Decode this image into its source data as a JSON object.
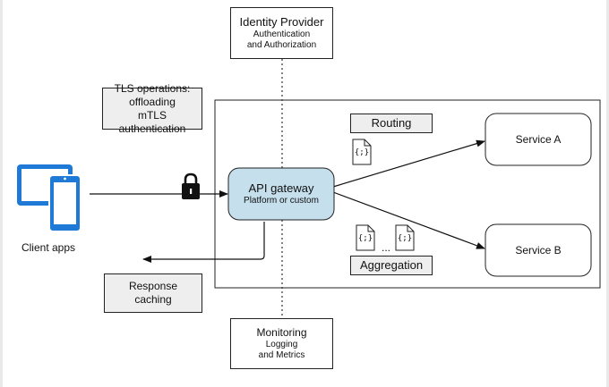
{
  "identity_provider": {
    "title": "Identity Provider",
    "line1": "Authentication",
    "line2": "and Authorization"
  },
  "tls": {
    "line1": "TLS operations:",
    "line2": "offloading",
    "line3": "mTLS authentication"
  },
  "client": {
    "label": "Client apps"
  },
  "gateway": {
    "title": "API gateway",
    "subtitle": "Platform or custom"
  },
  "routing": {
    "label": "Routing"
  },
  "aggregation": {
    "label": "Aggregation"
  },
  "services": {
    "a": "Service A",
    "b": "Service B"
  },
  "response": {
    "line1": "Response",
    "line2": "caching"
  },
  "monitoring": {
    "title": "Monitoring",
    "line1": "Logging",
    "line2": "and Metrics"
  },
  "doc_glyph": "{;}",
  "ellipsis": "...",
  "colors": {
    "gateway_fill": "#c5dfed",
    "device_blue": "#1e7ad6",
    "label_fill": "#eeeeee"
  }
}
